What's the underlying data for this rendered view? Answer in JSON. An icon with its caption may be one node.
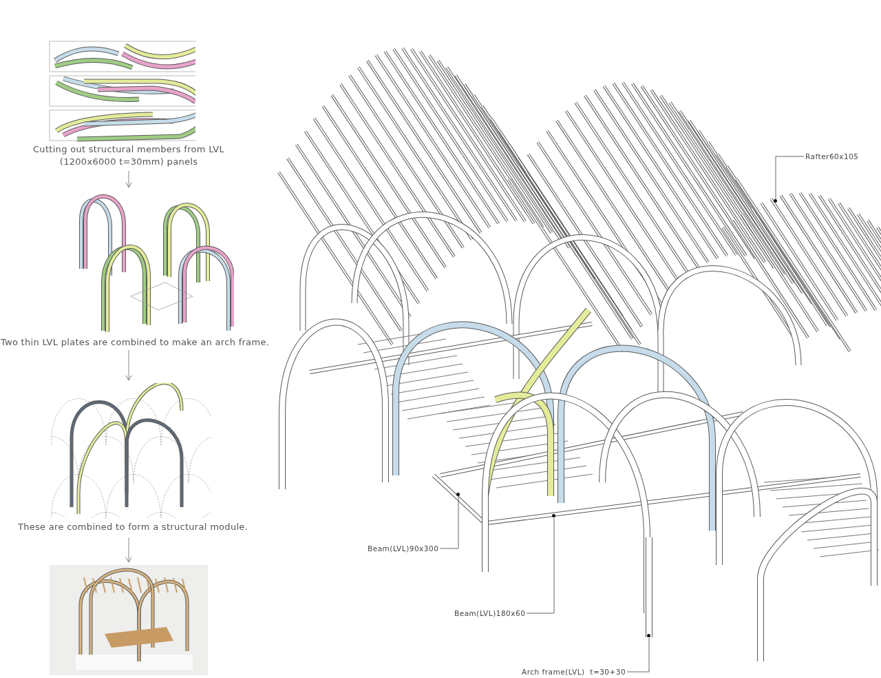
{
  "diagram": {
    "nodes": [
      {
        "text": [
          "Cutting out structural members from LVL (1200x6000 t=30mm) panels"
        ]
      },
      {
        "text": [
          "Two thin LVL plates are combined to make an arch frame."
        ]
      },
      {
        "text": [
          "These are combined to form a structural module."
        ]
      },
      {
        "text": [],
        "shape": "picture"
      },
      {
        "text": [
          "Rafter60x105"
        ]
      },
      {
        "text": [
          "Beam(LVL)90x300"
        ]
      },
      {
        "text": [
          "Beam(LVL)180x60"
        ]
      },
      {
        "text": [
          "Arch frame(LVL)  t=30+30"
        ]
      },
      {
        "text": [],
        "shape": "circle"
      },
      {
        "text": [],
        "shape": "circle"
      },
      {
        "text": [],
        "shape": "circle"
      },
      {
        "text": [],
        "shape": "circle"
      }
    ],
    "edges": [
      {
        "from": 0,
        "to": 1,
        "arrow": "to"
      },
      {
        "from": 1,
        "to": 2,
        "arrow": "to"
      },
      {
        "from": 2,
        "to": 3,
        "arrow": "to"
      },
      {
        "from": 4,
        "to": 8,
        "arrow": "none"
      },
      {
        "from": 5,
        "to": 9,
        "arrow": "none"
      },
      {
        "from": 6,
        "to": 10,
        "arrow": "none"
      },
      {
        "from": 7,
        "to": 11,
        "arrow": "none"
      }
    ]
  }
}
